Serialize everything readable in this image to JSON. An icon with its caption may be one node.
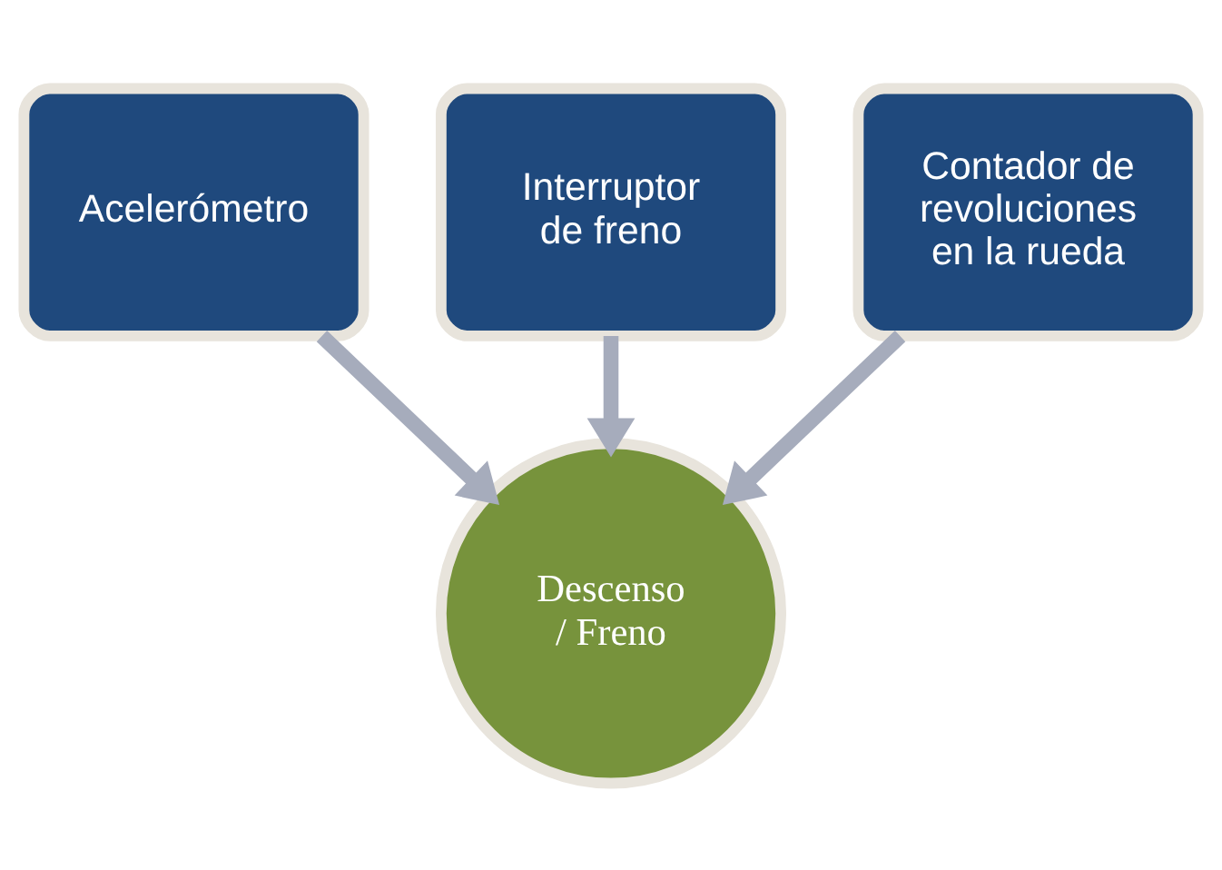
{
  "diagram": {
    "nodes": [
      {
        "text": [
          "Acelerómetro"
        ]
      },
      {
        "text": [
          "Interruptor de freno"
        ]
      },
      {
        "text": [
          "Contador de revoluciones en la rueda"
        ]
      },
      {
        "text": [
          "Descenso / Freno"
        ]
      }
    ],
    "edges": [
      {
        "from": 0,
        "to": 3,
        "arrow": "to"
      },
      {
        "from": 1,
        "to": 3,
        "arrow": "to"
      },
      {
        "from": 2,
        "to": 3,
        "arrow": "to"
      }
    ]
  }
}
